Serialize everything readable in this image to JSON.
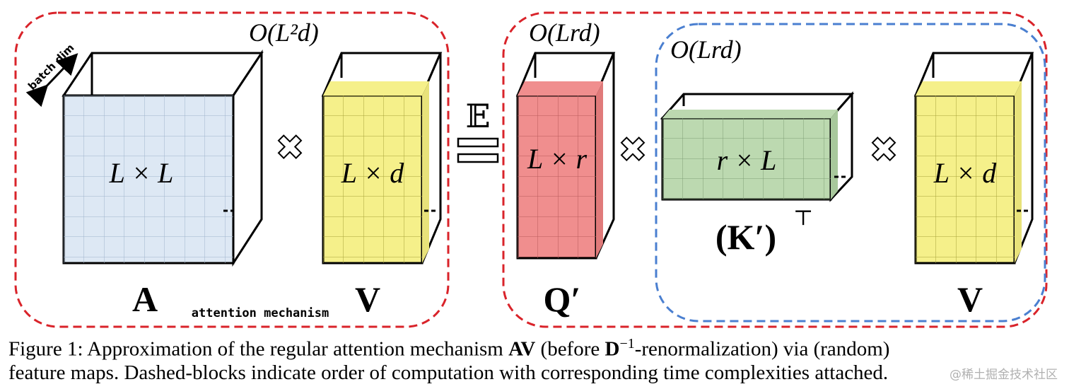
{
  "figure": {
    "complexity_left": "O(L²d)",
    "complexity_mid": "O(Lrd)",
    "complexity_right": "O(Lrd)",
    "batch_dim_label": "batch dim",
    "block_A_label": "L × L",
    "block_V_label": "L × d",
    "block_Q_label": "L × r",
    "block_K_label": "r × L",
    "block_V2_label": "L × d",
    "name_A": "A",
    "name_V": "V",
    "name_Q": "Q′",
    "name_K": "(K′)",
    "name_K_sup": "⊤",
    "name_V2": "V",
    "attention_label": "attention mechanism",
    "expectation_symbol": "𝔼",
    "colors": {
      "red_dash": "#d9232a",
      "blue_dash": "#4a7fd0",
      "block_A": "#dde8f4",
      "block_V": "#f5f08a",
      "block_Q": "#f08e8e",
      "block_K": "#bcd9b0"
    }
  },
  "caption": {
    "prefix": "Figure 1: ",
    "text1": "Approximation of the regular attention mechanism ",
    "bold_AV": "AV",
    "text2": " (before ",
    "bold_D": "D",
    "sup_D": "−1",
    "text3": "-renormalization) via (random)",
    "line2": "feature maps. Dashed-blocks indicate order of computation with corresponding time complexities attached."
  },
  "watermark": "@稀土掘金技术社区"
}
